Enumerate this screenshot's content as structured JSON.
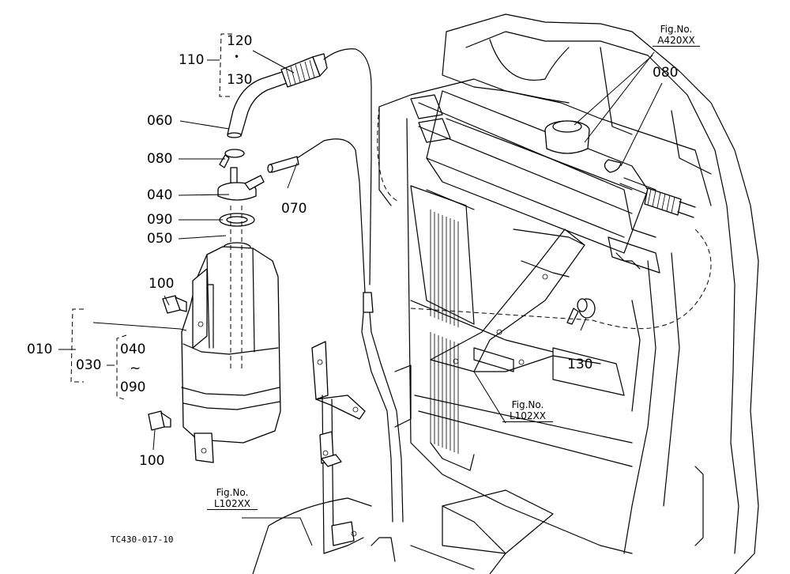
{
  "parts": {
    "p010": "010",
    "p030": "030",
    "p040a": "040",
    "p040b": "040",
    "p050": "050",
    "p060": "060",
    "p070": "070",
    "p080a": "080",
    "p080b": "080",
    "p090a": "090",
    "p090b": "090",
    "p100a": "100",
    "p100b": "100",
    "p110": "110",
    "p120": "120",
    "p130a": "130",
    "p130b": "130",
    "tilde": "~",
    "dot": "•"
  },
  "references": {
    "ref1": {
      "caption": "Fig.No.",
      "code": "A420XX"
    },
    "ref2": {
      "caption": "Fig.No.",
      "code": "L102XX"
    },
    "ref3": {
      "caption": "Fig.No.",
      "code": "L102XX"
    }
  },
  "drawing_code": "TC430-017-10"
}
